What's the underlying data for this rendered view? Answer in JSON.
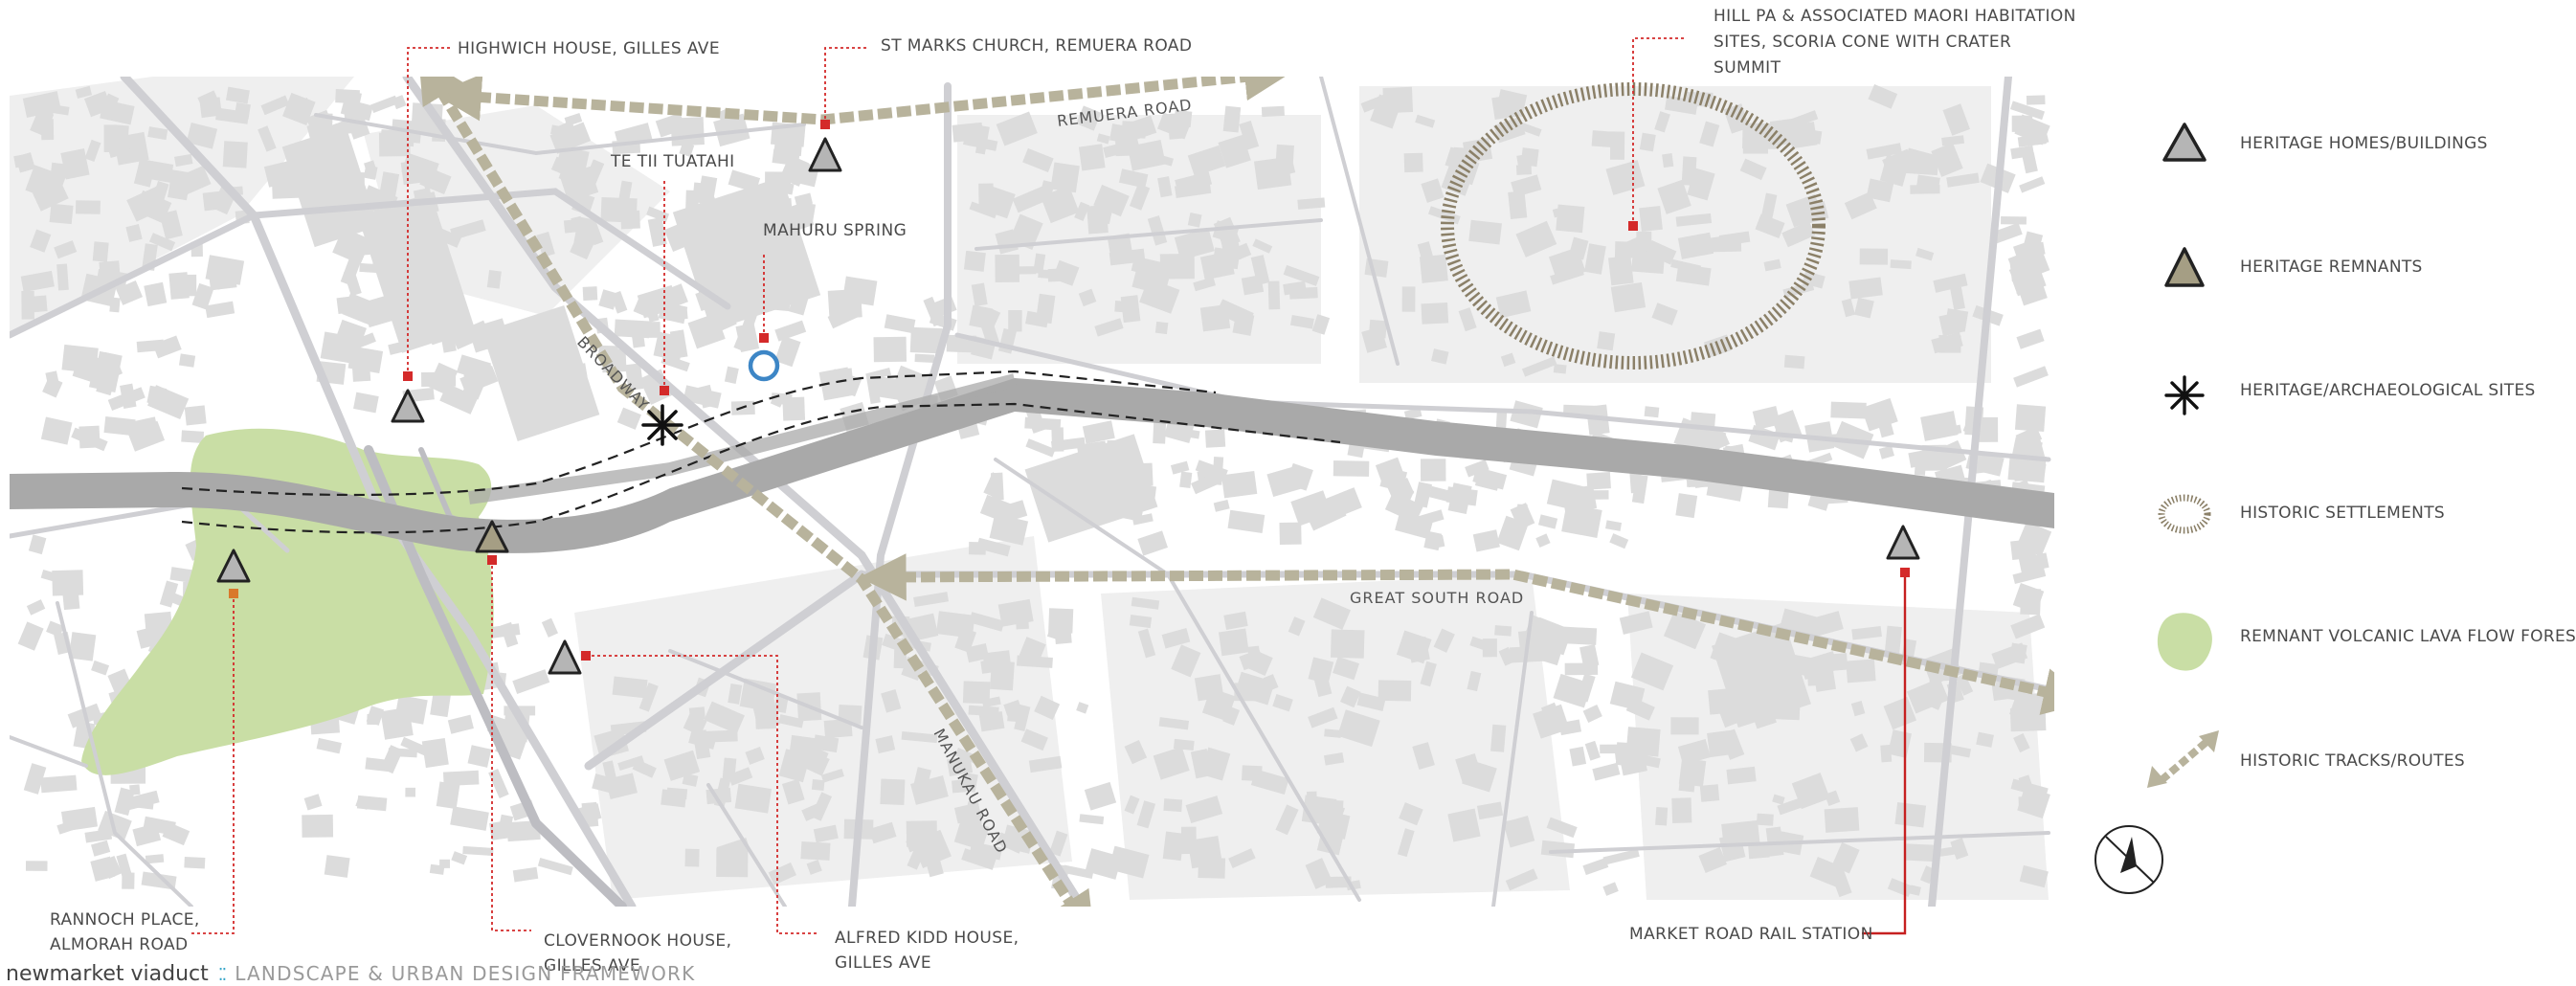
{
  "colors": {
    "building": "#dcdcdc",
    "block": "#ebebeb",
    "street": "#c9c9cd",
    "rail": "#a9a9a9",
    "forest": "#c9dea5",
    "historic_track": "#b8b39c",
    "settlement": "#8b8068",
    "leader": "#d42a2a",
    "spring": "#3d86c6",
    "footer_dots": "#3aa7c9"
  },
  "roads": {
    "remuera": "REMUERA ROAD",
    "broadway": "BROADWAY",
    "great_south": "GREAT SOUTH ROAD",
    "manukau": "MANUKAU ROAD"
  },
  "callouts": {
    "highwich": "HIGHWICH HOUSE, GILLES AVE",
    "st_marks": "ST MARKS CHURCH, REMUERA ROAD",
    "hill_pa": [
      "HILL PA & ASSOCIATED MAORI HABITATION",
      "SITES, SCORIA CONE WITH CRATER",
      "SUMMIT"
    ],
    "te_tii": "TE TII TUATAHI",
    "mahuru": "MAHURU SPRING",
    "rannoch": [
      "RANNOCH PLACE,",
      "ALMORAH ROAD"
    ],
    "clovernook": [
      "CLOVERNOOK HOUSE,",
      "GILLES AVE"
    ],
    "alfred_kidd": [
      "ALFRED KIDD HOUSE,",
      "GILLES AVE"
    ],
    "market_road": "MARKET ROAD RAIL STATION"
  },
  "legend": [
    {
      "icon": "heritage-building-icon",
      "label": "HERITAGE HOMES/BUILDINGS"
    },
    {
      "icon": "heritage-remnant-icon",
      "label": "HERITAGE REMNANTS"
    },
    {
      "icon": "archaeological-site-icon",
      "label": "HERITAGE/ARCHAEOLOGICAL SITES"
    },
    {
      "icon": "historic-settlement-icon",
      "label": "HISTORIC SETTLEMENTS"
    },
    {
      "icon": "lava-forest-icon",
      "label": "REMNANT VOLCANIC LAVA FLOW FOREST"
    },
    {
      "icon": "historic-track-icon",
      "label": "HISTORIC TRACKS/ROUTES"
    }
  ],
  "compass": {
    "icon": "north-arrow-icon"
  },
  "footer": {
    "brand": "newmarket viaduct",
    "subtitle": "LANDSCAPE & URBAN DESIGN  FRAMEWORK"
  }
}
